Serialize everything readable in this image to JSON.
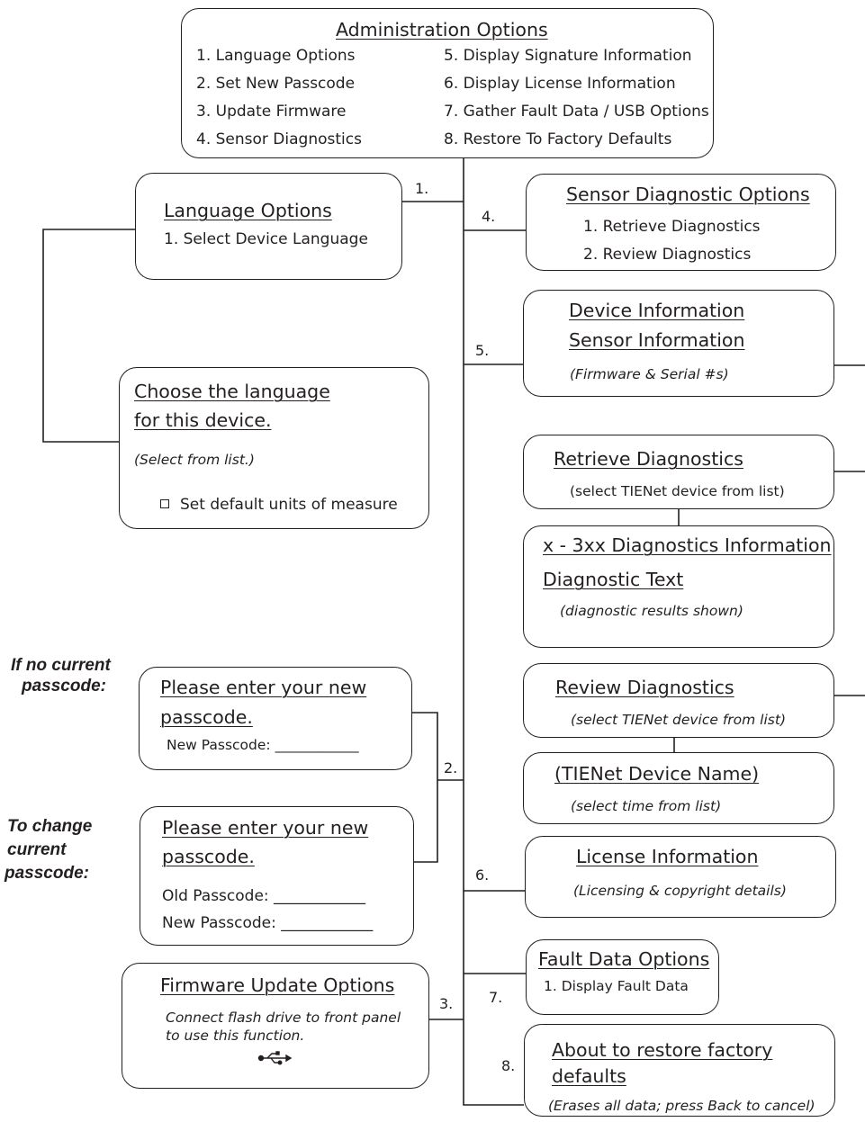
{
  "admin": {
    "title": "Administration Options",
    "items": [
      "1. Language Options",
      "2. Set New Passcode",
      "3. Update Firmware",
      "4. Sensor Diagnostics",
      "5. Display Signature Information",
      "6. Display License Information",
      "7. Gather Fault Data / USB Options",
      "8. Restore To Factory Defaults"
    ]
  },
  "branch_labels": {
    "b1": "1.",
    "b2": "2.",
    "b3": "3.",
    "b4": "4.",
    "b5": "5.",
    "b6": "6.",
    "b7": "7.",
    "b8": "8."
  },
  "language": {
    "title": "Language Options",
    "item": "1. Select Device Language"
  },
  "choose_language": {
    "title_line1": "Choose the language",
    "title_line2": "for this device.",
    "note": "(Select from list.)",
    "checkbox_label": "Set default units of measure"
  },
  "side_labels": {
    "no_passcode": [
      "If no current",
      "passcode:"
    ],
    "change_passcode": [
      "To change",
      "current",
      "passcode:"
    ]
  },
  "new_passcode": {
    "title_line1": "Please enter your new",
    "title_line2": "passcode.",
    "new_field": "New Passcode: ____________"
  },
  "change_passcode": {
    "title_line1": "Please enter your new",
    "title_line2": "passcode.",
    "old_field": "Old Passcode: ____________",
    "new_field": "New Passcode: ____________"
  },
  "firmware": {
    "title": "Firmware Update Options",
    "note_line1": "Connect flash drive to front panel",
    "note_line2": "to use this function.",
    "icon": "usb-icon"
  },
  "sensor_diag": {
    "title": "Sensor Diagnostic Options",
    "items": [
      "1. Retrieve Diagnostics",
      "2. Review Diagnostics"
    ]
  },
  "device_info": {
    "title_line1": "Device Information",
    "title_line2": "Sensor Information",
    "note": "(Firmware & Serial #s)"
  },
  "retrieve": {
    "title": "Retrieve Diagnostics",
    "note": "(select TIENet device from list)"
  },
  "diag_info": {
    "title_line1": "x - 3xx Diagnostics Information",
    "title_line2": "Diagnostic Text",
    "note": "(diagnostic results shown)"
  },
  "review": {
    "title": "Review Diagnostics",
    "note": "(select TIENet device from list)"
  },
  "device_name": {
    "title": "(TIENet Device Name)",
    "note": "(select time from list)"
  },
  "license": {
    "title": "License Information",
    "note": "(Licensing & copyright details)"
  },
  "fault": {
    "title": "Fault Data Options",
    "item": "1. Display Fault Data"
  },
  "restore": {
    "title_line1": "About to restore factory",
    "title_line2": "defaults",
    "note": "(Erases all data; press Back to cancel)"
  }
}
